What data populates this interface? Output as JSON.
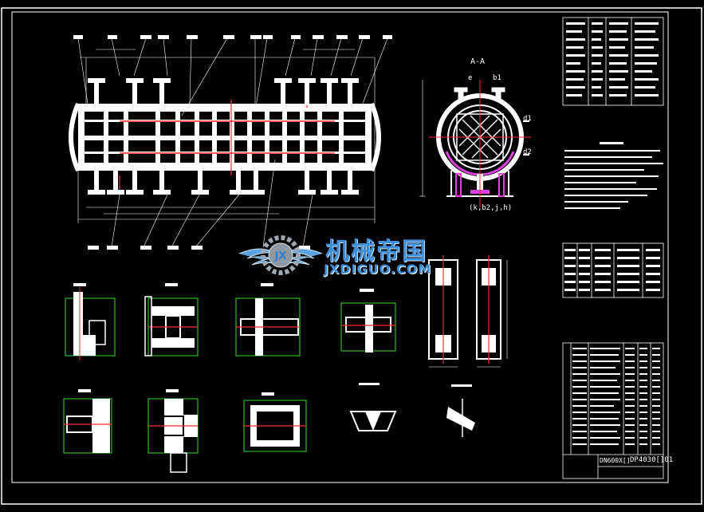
{
  "drawing": {
    "section_label": "A-A",
    "nozzle_labels": [
      "b1",
      "d1",
      "d2",
      "e"
    ],
    "section_bottom_label": "(k,b2,j,h)",
    "title_block_code": "DP4030[]01",
    "title_block_name": "DN600X[]"
  },
  "watermark": {
    "text_cn": "机械帝国",
    "text_en": "JXDIGUO.COM",
    "emblem_text": "JX"
  },
  "colors": {
    "background": "#000000",
    "lines": "#ffffff",
    "centerline": "#ff2a2a",
    "detail_frame": "#33dd33",
    "section_marks": "#e040e0",
    "watermark": "#3f8fd8"
  }
}
